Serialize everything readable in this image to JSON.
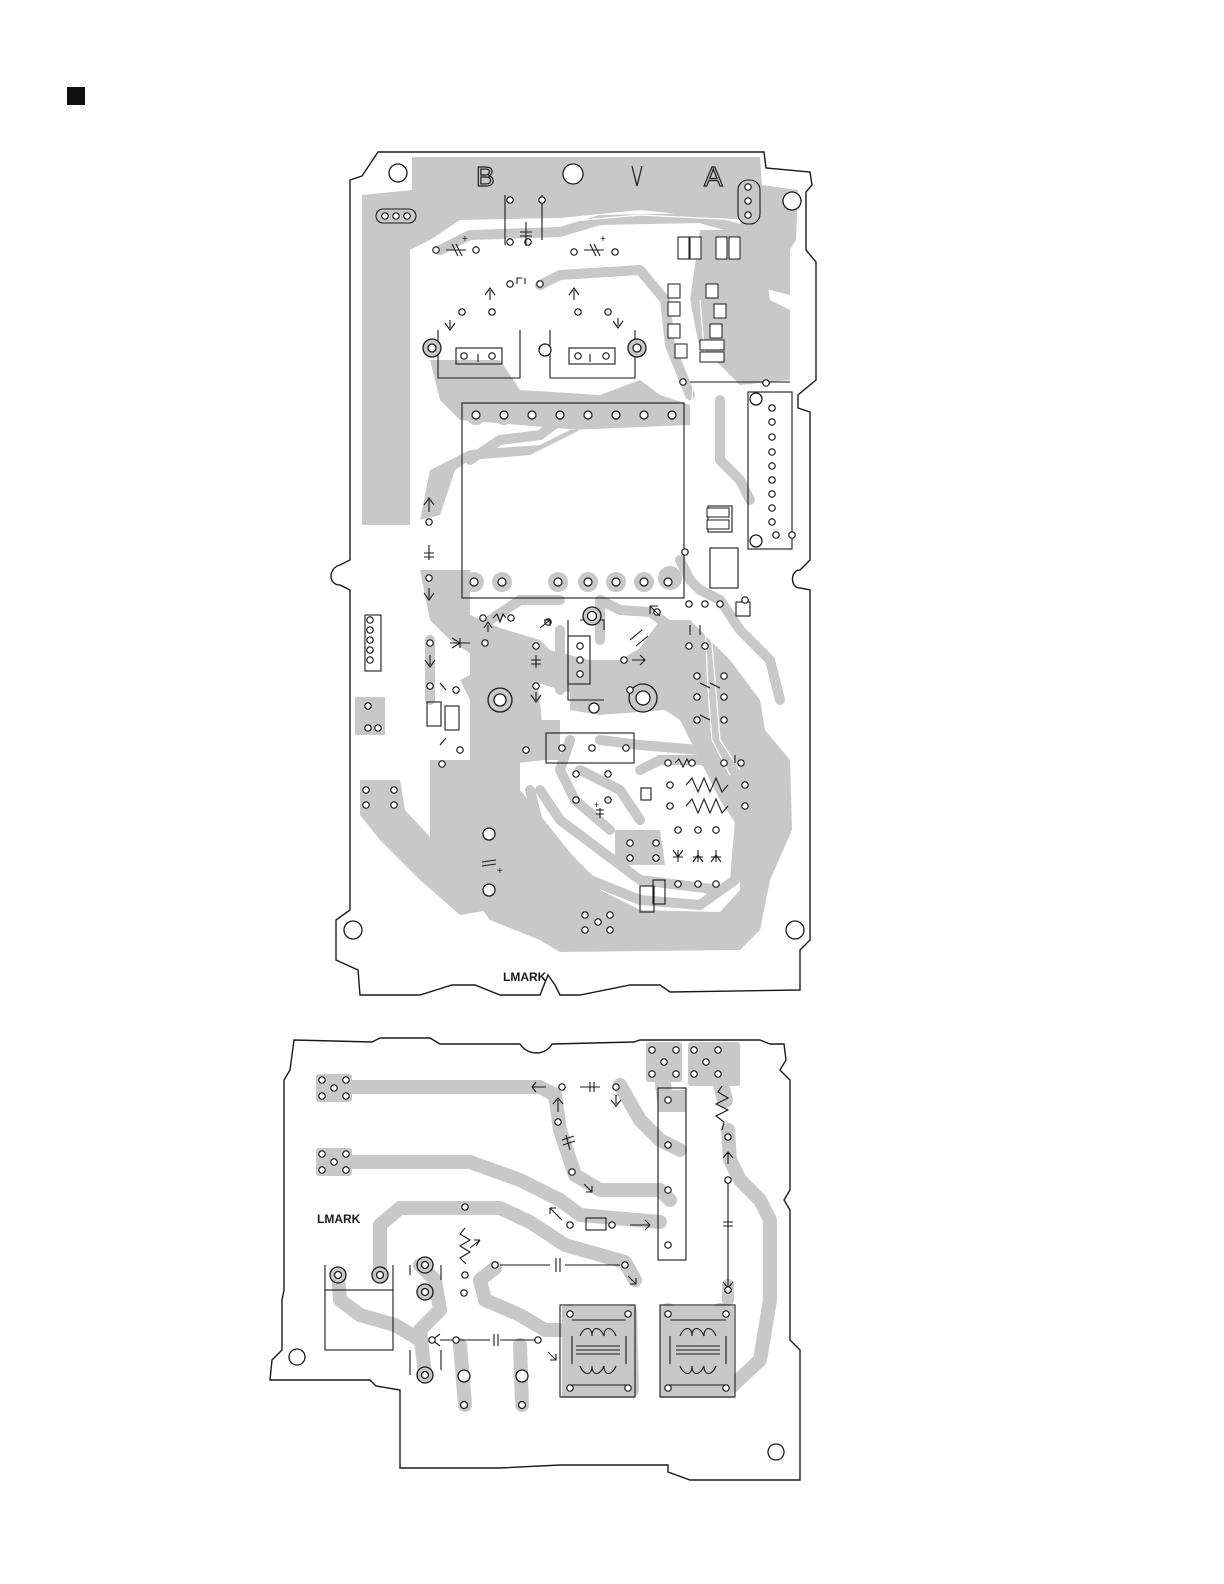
{
  "section_marker": "■",
  "boards": {
    "upper": {
      "label_b": "B",
      "label_a": "A",
      "mark": "LMARK"
    },
    "lower": {
      "mark": "LMARK"
    }
  },
  "colors": {
    "copper": "#c8c8c8",
    "outline": "#1a1a1a",
    "background": "#ffffff"
  }
}
